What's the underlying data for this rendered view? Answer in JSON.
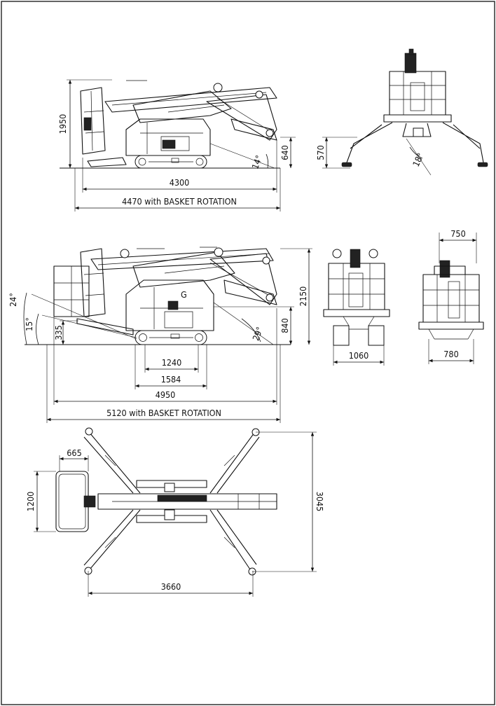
{
  "side_view_stowed": {
    "height": "1950",
    "length": "4300",
    "length_with_rotation": "4470 with BASKET ROTATION",
    "track_height": "640",
    "angle": "14°"
  },
  "rear_view_stowed": {
    "height": "570",
    "angle": "18°"
  },
  "side_view_working": {
    "height": "2150",
    "track_height": "840",
    "ground_clearance": "335",
    "angle_1": "24°",
    "angle_2": "15°",
    "angle_3": "29°",
    "track_length": "1240",
    "track_outer_length": "1584",
    "length": "4950",
    "length_with_rotation": "5120 with BASKET ROTATION",
    "basket_marker": "G"
  },
  "front_view": {
    "width": "1060"
  },
  "basket_view": {
    "top_width": "750",
    "bottom_width": "780"
  },
  "top_view": {
    "basket_depth": "665",
    "basket_width": "1200",
    "outrigger_span_x": "3660",
    "outrigger_span_y": "3045"
  }
}
